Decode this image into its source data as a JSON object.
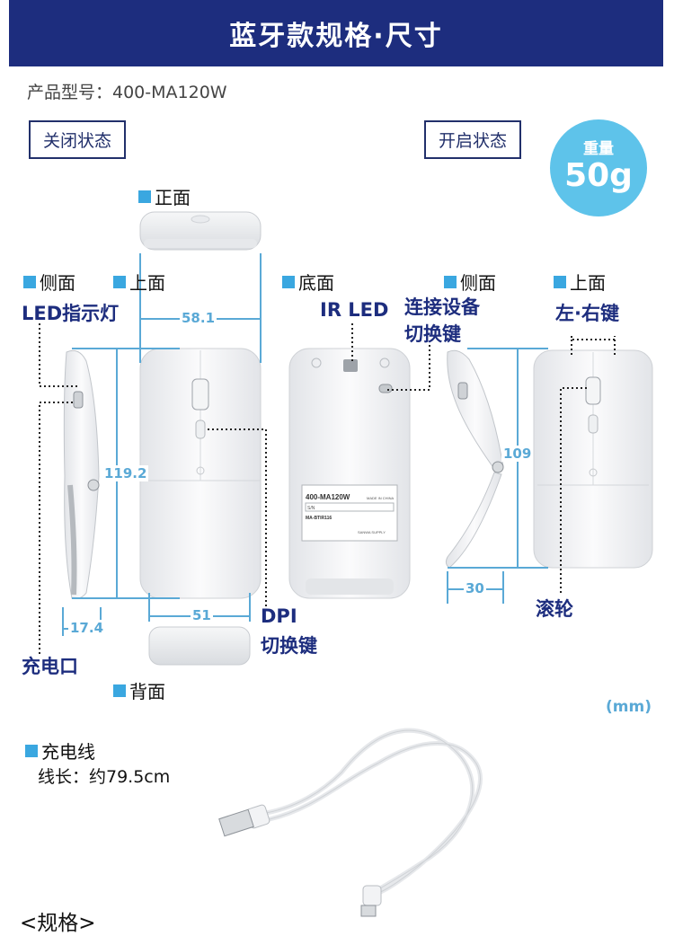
{
  "header": {
    "title": "蓝牙款规格·尺寸"
  },
  "product": {
    "model_label": "产品型号：400-MA120W"
  },
  "states": {
    "closed": "关闭状态",
    "open": "开启状态"
  },
  "weight": {
    "label": "重量",
    "value": "50g"
  },
  "views": {
    "front": "正面",
    "side": "侧面",
    "top": "上面",
    "bottom": "底面",
    "back": "背面",
    "side_open": "侧面",
    "top_open": "上面"
  },
  "callouts": {
    "led": "LED指示灯",
    "ir_led": "IR LED",
    "connect_line1": "连接设备",
    "connect_line2": "切换键",
    "lr_keys": "左·右键",
    "dpi_line1": "DPI",
    "dpi_line2": "切换键",
    "charge_port": "充电口",
    "wheel": "滚轮"
  },
  "dimensions": {
    "width": "58.1",
    "length": "119.2",
    "thickness": "17.4",
    "back_width": "51",
    "open_height": "109",
    "open_depth": "30"
  },
  "unit": "(mm)",
  "label_text": {
    "model": "400-MA120W",
    "made_in": "MADE IN CHINA",
    "sn": "S/N",
    "code": "MA-BTIR116",
    "brand": "SANWA SUPPLY"
  },
  "cable": {
    "title": "充电线",
    "length": "线长：约79.5cm"
  },
  "spec_title": "<规格>",
  "colors": {
    "banner": "#1d2d7e",
    "accent": "#3aa7e0",
    "weight_badge": "#5ec3ea",
    "dimension": "#5aa9d6"
  }
}
